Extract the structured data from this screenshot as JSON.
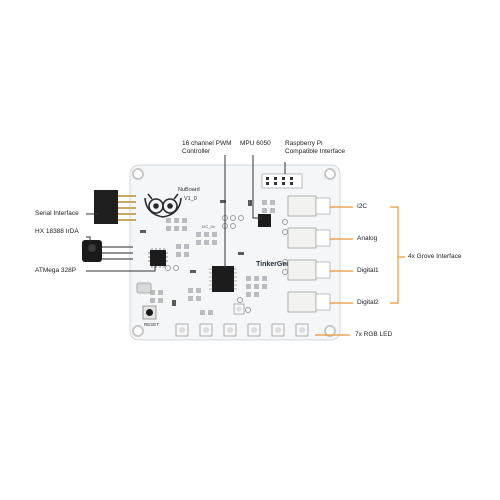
{
  "labels": {
    "pwm": "16 channel PWM Controller",
    "mpu": "MPU 6050",
    "rpi": "Raspberry Pi Compatible Interface",
    "serial": "Serial Interface",
    "irda": "HX 18388 IrDA",
    "atmega": "ATMega 328P",
    "i2c": "I2C",
    "analog": "Analog",
    "digital1": "Digital1",
    "digital2": "Digital2",
    "grove": "4x Grove Interface",
    "rgb": "7x RGB LED"
  },
  "silkscreen": {
    "board_name": "NuBoard",
    "version": "V1_0",
    "brand": "TinkerGen",
    "reset": "RESET",
    "i2c_addr": "I2C_0x"
  },
  "colors": {
    "board": "#f4f6f8",
    "accent": "#e8973a",
    "leader": "#333333",
    "chip": "#1c1c1c",
    "connector": "#f2f2f0"
  }
}
